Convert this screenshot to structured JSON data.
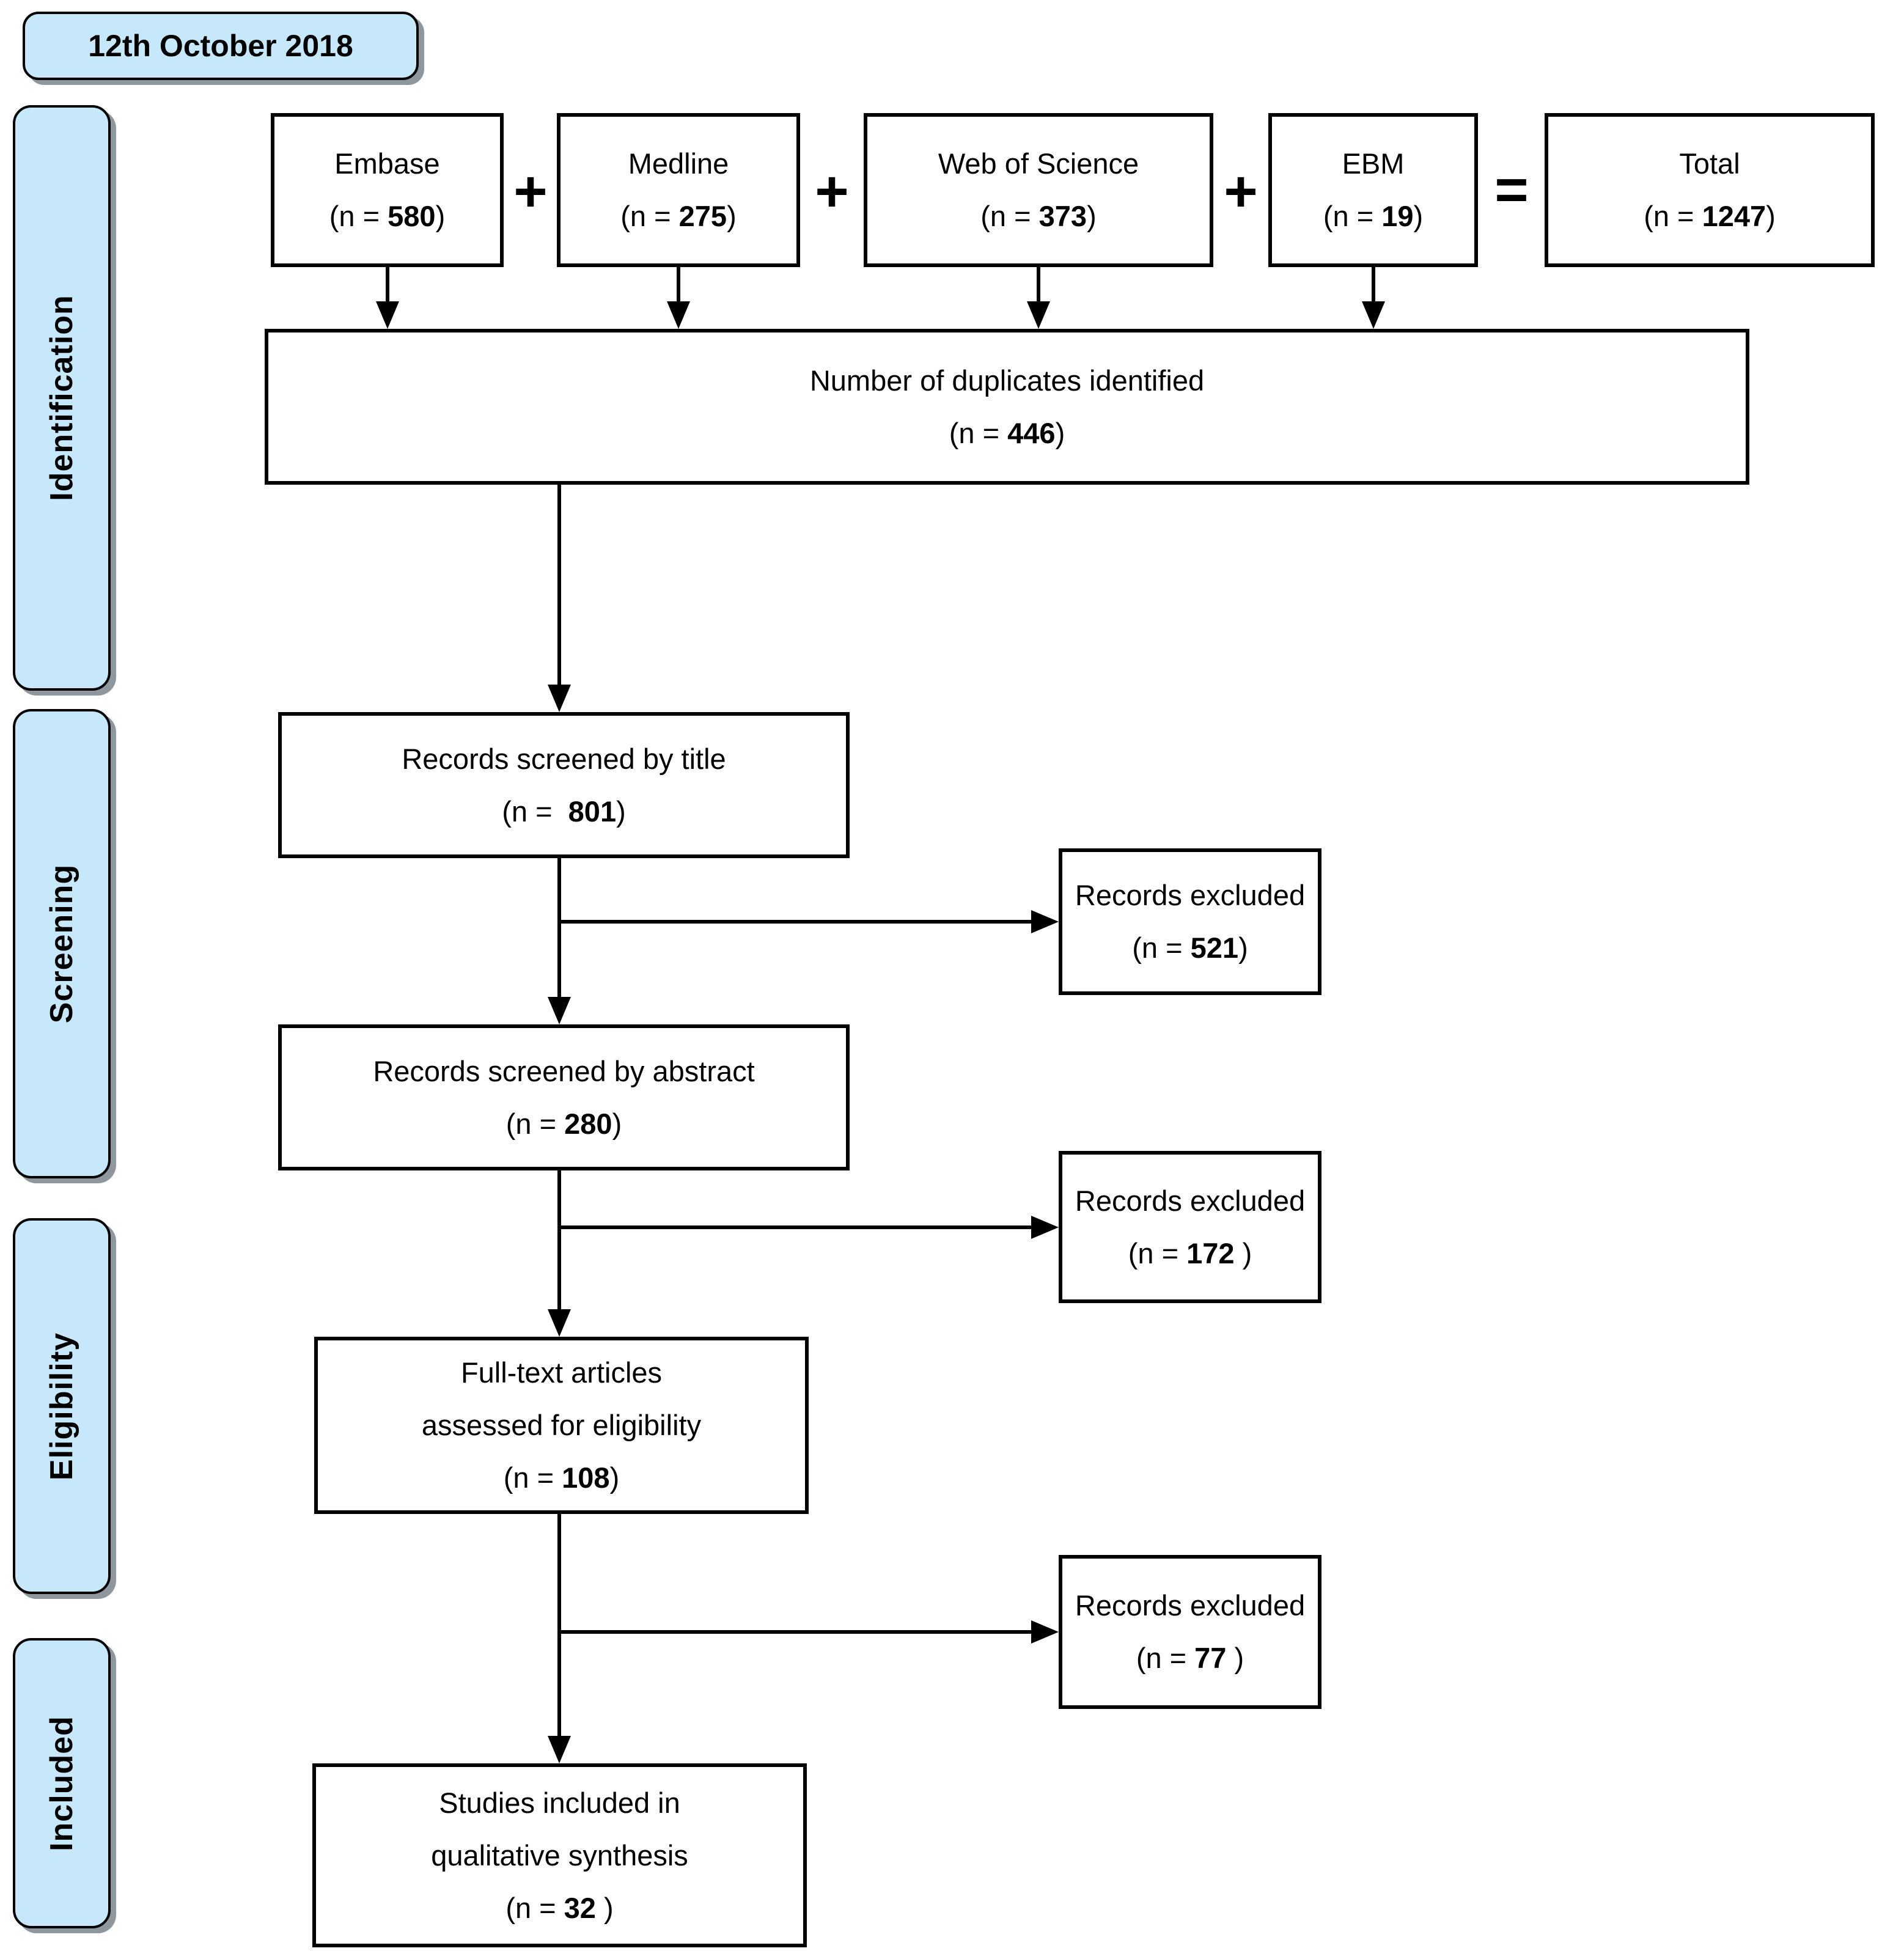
{
  "date_badge": {
    "text": "12th October 2018"
  },
  "stages": [
    {
      "label": "Identification"
    },
    {
      "label": "Screening"
    },
    {
      "label": "Eligibility"
    },
    {
      "label": "Included"
    }
  ],
  "operators": {
    "plus": "+",
    "equals": "="
  },
  "sources": [
    {
      "name": "Embase",
      "open": "(n = ",
      "value": "580",
      "close": ")"
    },
    {
      "name": "Medline",
      "open": "(n = ",
      "value": "275",
      "close": ")"
    },
    {
      "name": "Web of Science",
      "open": "(n = ",
      "value": "373",
      "close": ")"
    },
    {
      "name": "EBM",
      "open": "(n = ",
      "value": "19",
      "close": ")"
    }
  ],
  "total": {
    "name": "Total",
    "open": "(n = ",
    "value": "1247",
    "close": ")"
  },
  "flow": {
    "duplicates": {
      "label": "Number of duplicates identified",
      "open": "(n = ",
      "value": "446",
      "close": ")"
    },
    "screened_title": {
      "label": "Records screened by title",
      "open": "(n =  ",
      "value": "801",
      "close": ")"
    },
    "excluded_title": {
      "label": "Records excluded",
      "open": "(n = ",
      "value": "521",
      "close": ")"
    },
    "screened_abstract": {
      "label": "Records screened by abstract",
      "open": "(n = ",
      "value": "280",
      "close": ")"
    },
    "excluded_abstract": {
      "label": "Records excluded",
      "open": "(n = ",
      "value": "172",
      "close": " )"
    },
    "full_text": {
      "line1": "Full-text articles",
      "line2": "assessed for eligibility",
      "open": "(n = ",
      "value": "108",
      "close": ")"
    },
    "excluded_full_text": {
      "label": "Records excluded",
      "open": "(n = ",
      "value": "77",
      "close": " )"
    },
    "included": {
      "line1": "Studies included in",
      "line2": "qualitative synthesis",
      "open": "(n = ",
      "value": "32",
      "close": " )"
    }
  },
  "colors": {
    "stage_fill": "#c7e8fa",
    "box_border": "#000000",
    "shadow": "#8f979e"
  }
}
